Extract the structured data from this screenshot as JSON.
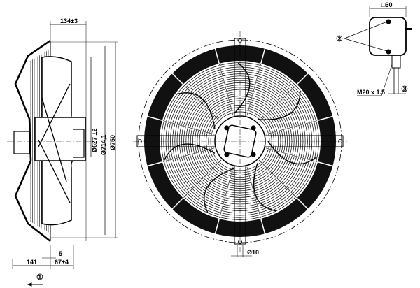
{
  "dimensions": {
    "depth_top": "134±3",
    "dia_627": "Ø627 ±2",
    "dia_714": "Ø714,1",
    "dia_750": "Ø750",
    "offset_5": "5",
    "depth_141": "141",
    "depth_67": "67±4",
    "hole_dia": "Ø10",
    "box_size": "□60",
    "thread": "M20 x 1.5"
  },
  "callouts": {
    "c1": "①",
    "c2": "②",
    "c3": "③"
  },
  "colors": {
    "line": "#000000",
    "background": "#ffffff"
  }
}
